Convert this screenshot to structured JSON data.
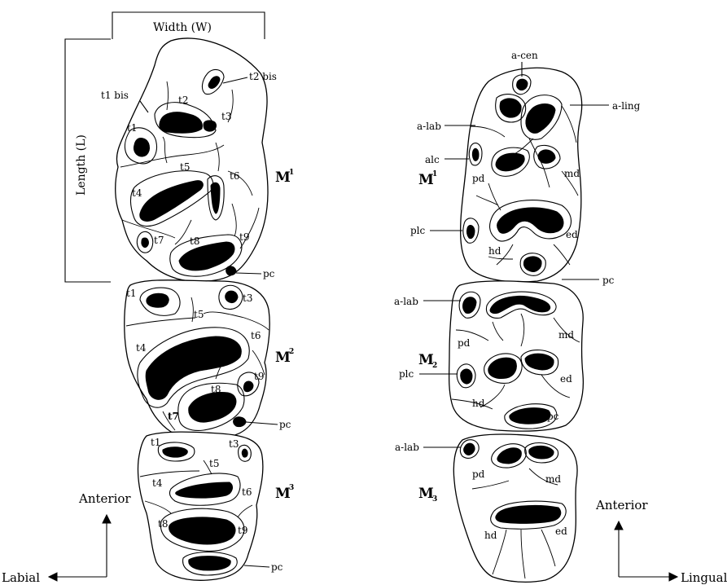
{
  "upper": {
    "width_label": "Width (W)",
    "length_label": "Length (L)",
    "t1bis": "t1 bis",
    "t2bis": "t2 bis",
    "m1": {
      "name": "M",
      "sup": "1",
      "t1": "t1",
      "t2": "t2",
      "t3": "t3",
      "t4": "t4",
      "t5": "t5",
      "t6": "t6",
      "t7": "t7",
      "t8": "t8",
      "t9": "t9",
      "pc": "pc"
    },
    "m2": {
      "name": "M",
      "sup": "2",
      "t1": "t1",
      "t3": "t3",
      "t4": "t4",
      "t5": "t5",
      "t6": "t6",
      "t7": "t7",
      "t8": "t8",
      "t9": "t9",
      "pc": "pc"
    },
    "m3": {
      "name": "M",
      "sup": "3",
      "t1": "t1",
      "t3": "t3",
      "t4": "t4",
      "t5": "t5",
      "t6": "t6",
      "t8": "t8",
      "t9": "t9",
      "pc": "pc"
    },
    "anterior": "Anterior",
    "labial": "Labial"
  },
  "lower": {
    "m1": {
      "name": "M",
      "sub": "1",
      "acen": "a-cen",
      "aling": "a-ling",
      "alab": "a-lab",
      "alc": "alc",
      "pd": "pd",
      "md": "md",
      "plc": "plc",
      "hd": "hd",
      "ed": "ed",
      "pc": "pc"
    },
    "m2": {
      "name": "M",
      "sub": "2",
      "alab": "a-lab",
      "pd": "pd",
      "md": "md",
      "plc": "plc",
      "ed": "ed",
      "hd": "hd",
      "pc": "pc"
    },
    "m3": {
      "name": "M",
      "sub": "3",
      "alab": "a-lab",
      "pd": "pd",
      "md": "md",
      "hd": "hd",
      "ed": "ed"
    },
    "anterior": "Anterior",
    "lingual": "Lingual"
  }
}
